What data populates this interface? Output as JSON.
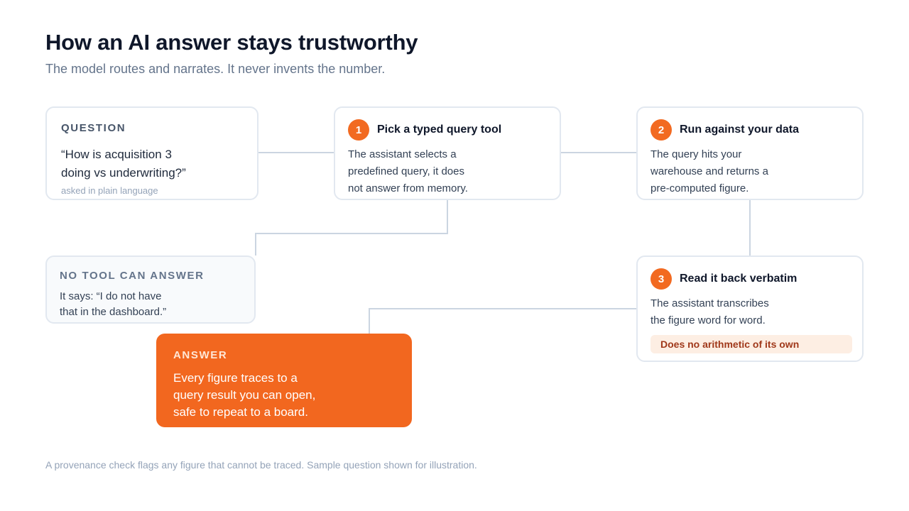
{
  "header": {
    "title": "How an AI answer stays trustworthy",
    "subtitle": "The model routes and narrates. It never invents the number."
  },
  "question": {
    "label": "QUESTION",
    "line1": "“How is acquisition 3",
    "line2": "doing vs underwriting?”",
    "note": "asked in plain language"
  },
  "steps": [
    {
      "number": "1",
      "title": "Pick a typed query tool",
      "lines": [
        "The assistant selects a",
        "predefined query, it does",
        "not answer from memory."
      ]
    },
    {
      "number": "2",
      "title": "Run against your data",
      "lines": [
        "The query hits your",
        "warehouse and returns a",
        "pre-computed figure."
      ]
    },
    {
      "number": "3",
      "title": "Read it back verbatim",
      "lines": [
        "The assistant transcribes",
        "the figure word for word."
      ],
      "badge": "Does no arithmetic of its own"
    }
  ],
  "no_tool": {
    "label": "NO TOOL CAN ANSWER",
    "line1": "It says: “I do not have",
    "line2": "that in the dashboard.”"
  },
  "answer": {
    "label": "ANSWER",
    "lines": [
      "Every figure traces to a",
      "query result you can open,",
      "safe to repeat to a board."
    ]
  },
  "footnote": "A provenance check flags any figure that cannot be traced. Sample question shown for illustration.",
  "colors": {
    "accent": "#f26a21",
    "connector": "#cbd5e1",
    "card_border": "#e2e8f0"
  }
}
